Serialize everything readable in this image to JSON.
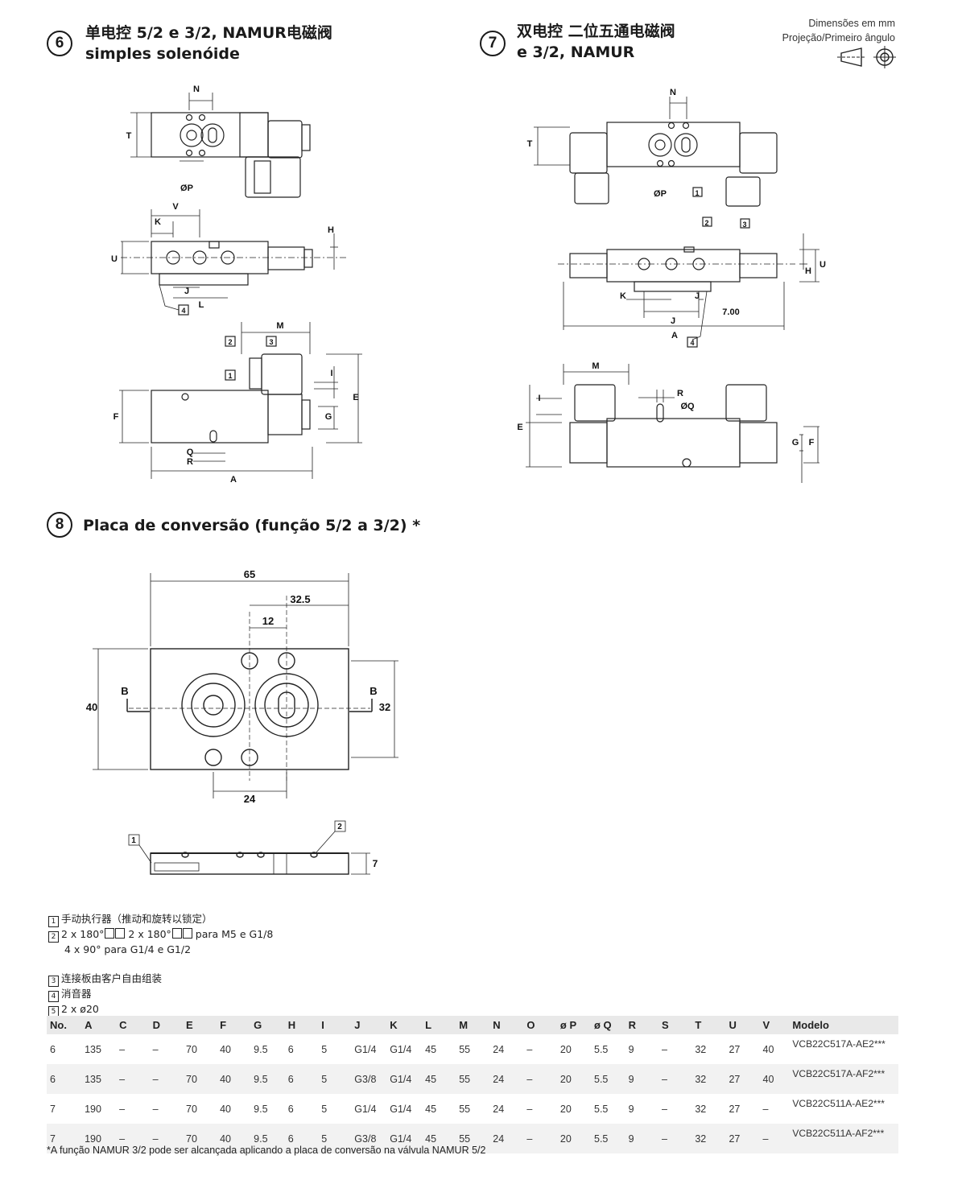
{
  "header": {
    "dim_line1": "Dimensões em mm",
    "dim_line2": "Projeção/Primeiro ângulo"
  },
  "sections": [
    {
      "num": "6",
      "title_line1": "单电控 5/2 e 3/2, NAMUR电磁阀",
      "title_line2": "simples solenóide"
    },
    {
      "num": "7",
      "title_line1": "双电控 二位五通电磁阀",
      "title_line2": "e 3/2, NAMUR"
    },
    {
      "num": "8",
      "title_line1": "Placa de conversão (função 5/2 a 3/2) *"
    }
  ],
  "drawing_labels": {
    "N": "N",
    "T": "T",
    "P": "ØP",
    "V": "V",
    "K": "K",
    "U": "U",
    "H": "H",
    "J": "J",
    "L": "L",
    "M": "M",
    "I": "I",
    "E": "E",
    "F": "F",
    "G": "G",
    "Q": "Q",
    "R": "R",
    "A": "A",
    "OQ": "ØQ",
    "n1": "1",
    "n2": "2",
    "n3": "3",
    "n4": "4",
    "seven": "7.00",
    "d65": "65",
    "d32_5": "32.5",
    "d12": "12",
    "d40": "40",
    "d32": "32",
    "d24": "24",
    "d7": "7",
    "B": "B"
  },
  "notes": {
    "n1": {
      "num": "1",
      "text": "手动执行器（推动和旋转以锁定）"
    },
    "n2": {
      "num": "2",
      "a": "2 x 180°",
      "b": "2 x 180°",
      "c": "para M5 e G1/8",
      "line2": "4 x 90° para G1/4 e G1/2"
    },
    "n3": {
      "num": "3",
      "text": "连接板由客户自由组装"
    },
    "n4": {
      "num": "4",
      "text": "消音器"
    },
    "n5": {
      "num": "5",
      "text": "2 x ø20"
    }
  },
  "table": {
    "headers": [
      "No.",
      "A",
      "C",
      "D",
      "E",
      "F",
      "G",
      "H",
      "I",
      "J",
      "K",
      "L",
      "M",
      "N",
      "O",
      "ø P",
      "ø Q",
      "R",
      "S",
      "T",
      "U",
      "V",
      "Modelo"
    ],
    "rows": [
      [
        "6",
        "135",
        "–",
        "–",
        "70",
        "40",
        "9.5",
        "6",
        "5",
        "G1/4",
        "G1/4",
        "45",
        "55",
        "24",
        "–",
        "20",
        "5.5",
        "9",
        "–",
        "32",
        "27",
        "40",
        "VCB22C517A-AE2***"
      ],
      [
        "6",
        "135",
        "–",
        "–",
        "70",
        "40",
        "9.5",
        "6",
        "5",
        "G3/8",
        "G1/4",
        "45",
        "55",
        "24",
        "–",
        "20",
        "5.5",
        "9",
        "–",
        "32",
        "27",
        "40",
        "VCB22C517A-AF2***"
      ],
      [
        "7",
        "190",
        "–",
        "–",
        "70",
        "40",
        "9.5",
        "6",
        "5",
        "G1/4",
        "G1/4",
        "45",
        "55",
        "24",
        "–",
        "20",
        "5.5",
        "9",
        "–",
        "32",
        "27",
        "–",
        "VCB22C511A-AE2***"
      ],
      [
        "7",
        "190",
        "–",
        "–",
        "70",
        "40",
        "9.5",
        "6",
        "5",
        "G3/8",
        "G1/4",
        "45",
        "55",
        "24",
        "–",
        "20",
        "5.5",
        "9",
        "–",
        "32",
        "27",
        "–",
        "VCB22C511A-AF2***"
      ]
    ]
  },
  "footnote": "*A função NAMUR 3/2 pode ser alcançada aplicando a placa de conversão na válvula NAMUR 5/2"
}
